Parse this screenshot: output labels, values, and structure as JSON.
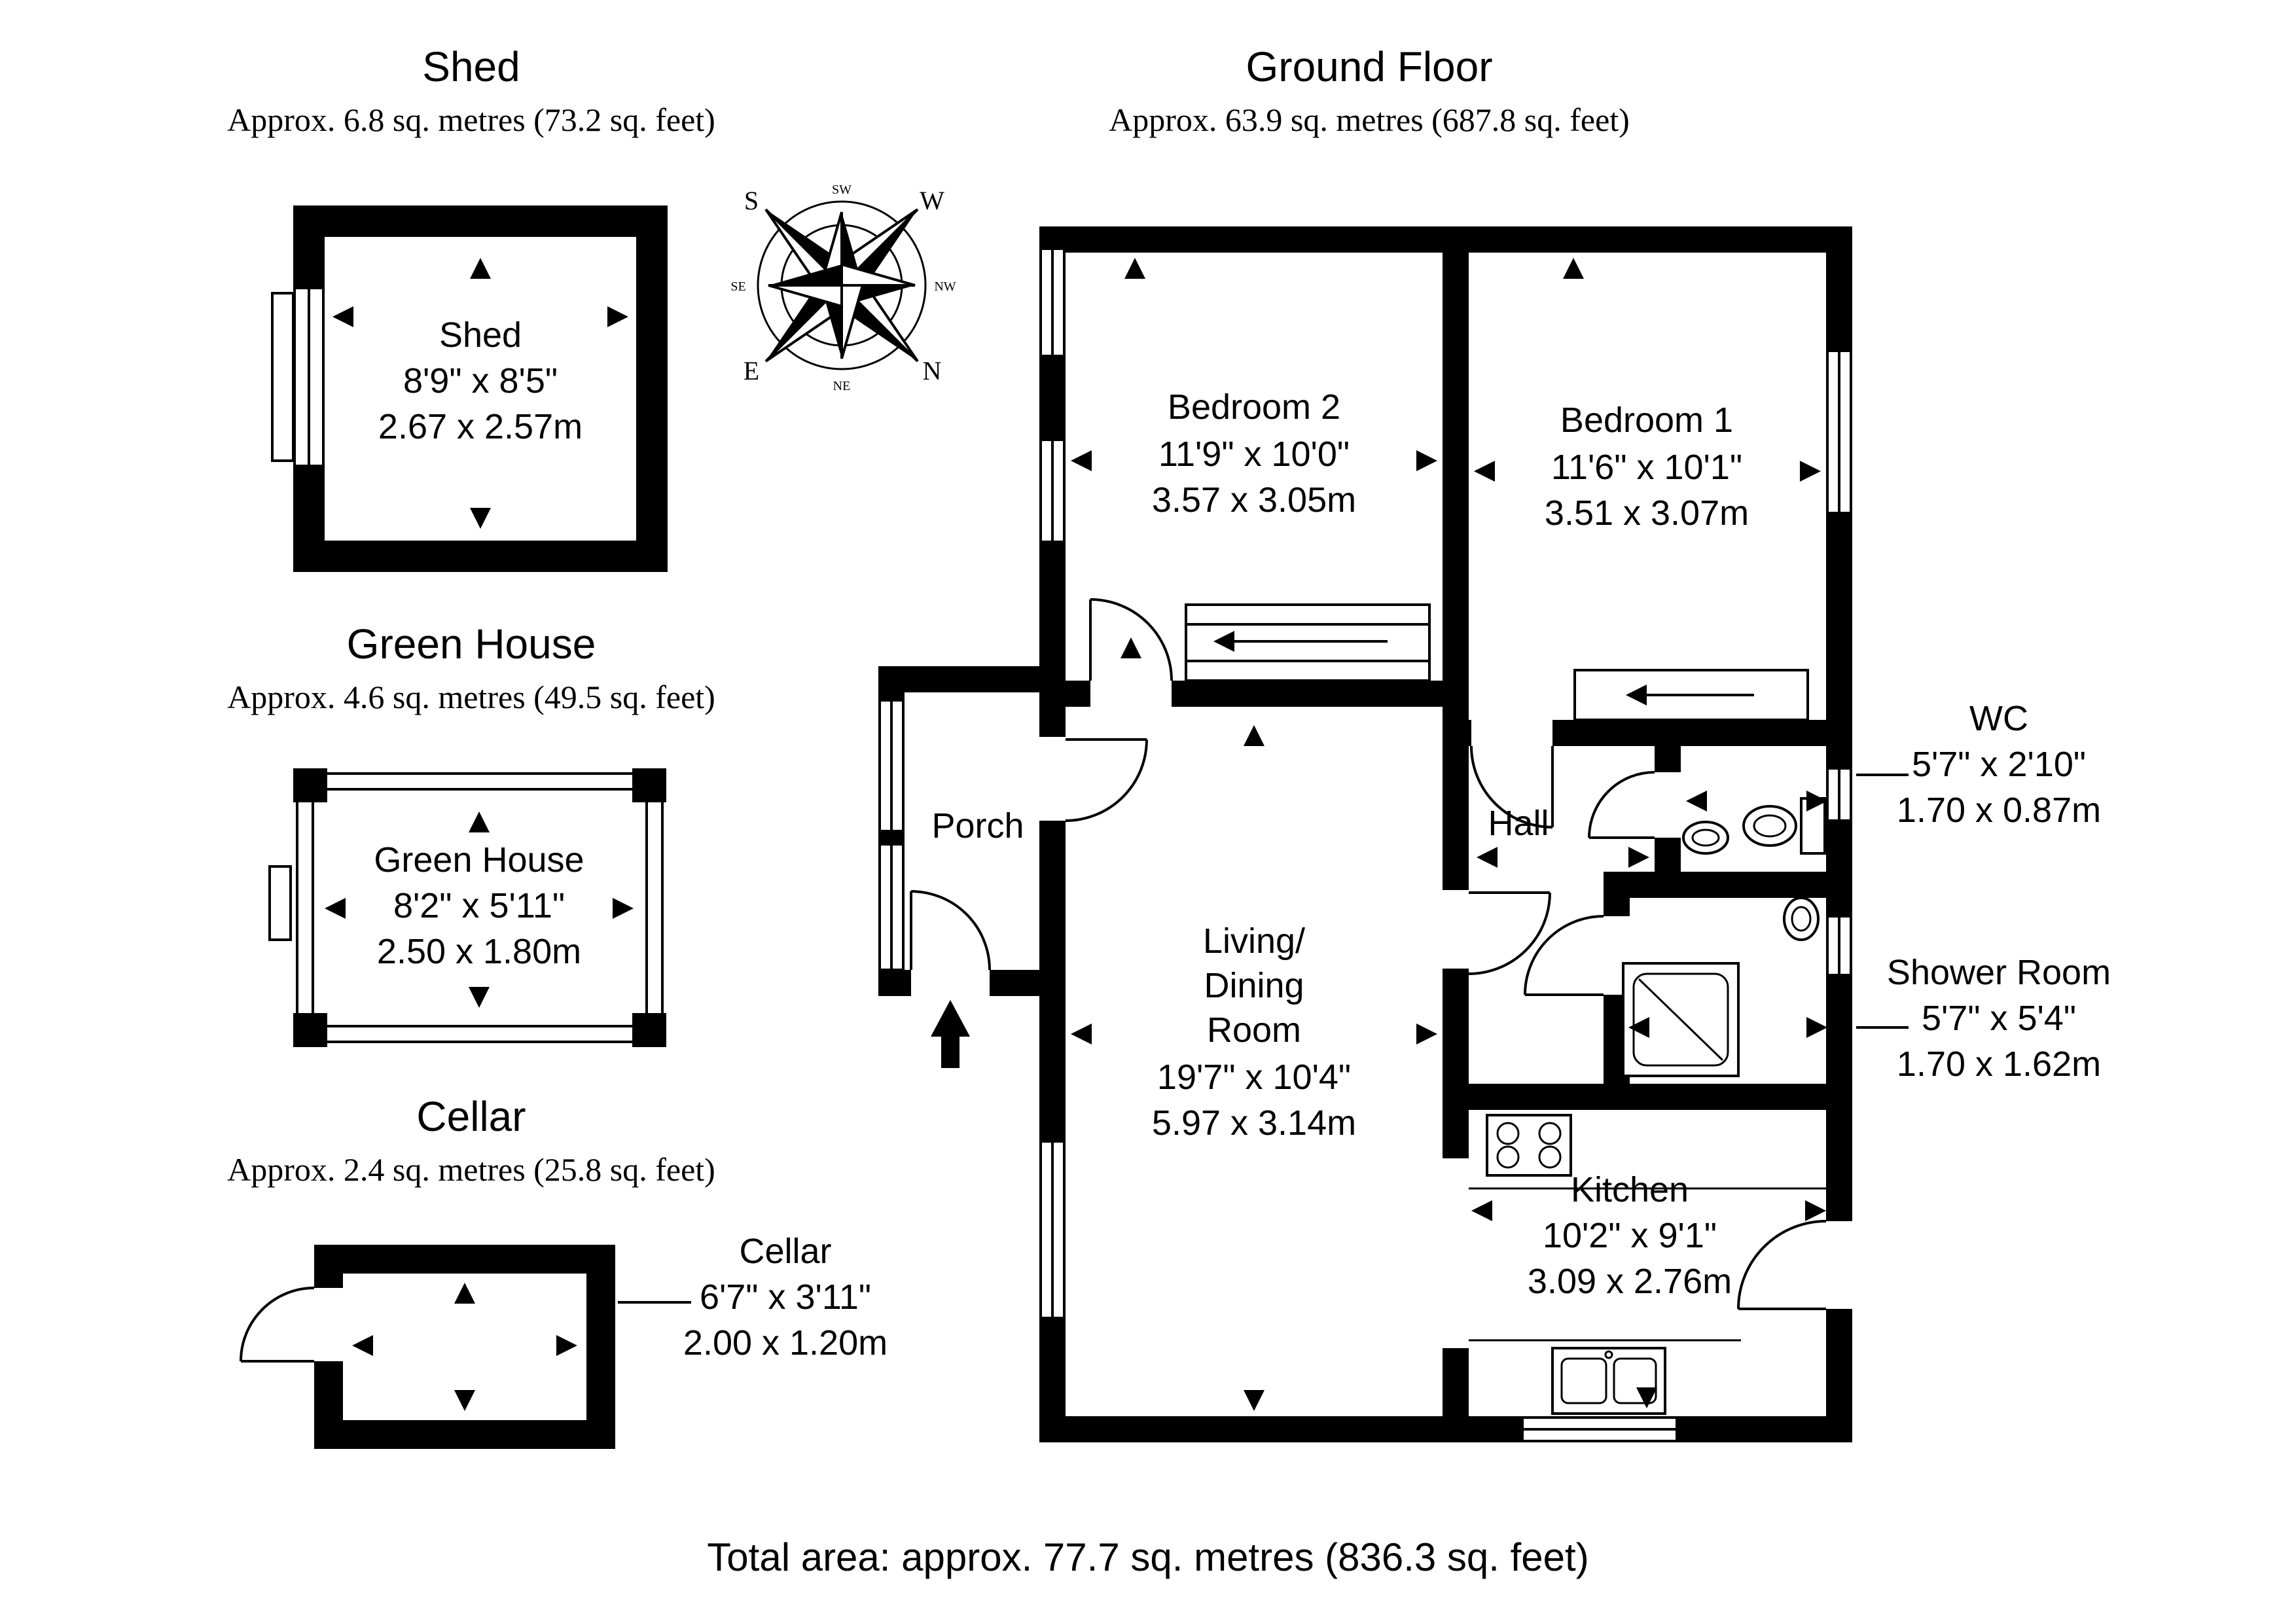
{
  "page": {
    "total_area": "Total area: approx. 77.7 sq. metres (836.3 sq. feet)"
  },
  "sections": {
    "shed": {
      "title": "Shed",
      "area": "Approx. 6.8 sq. metres (73.2 sq. feet)",
      "room": {
        "name": "Shed",
        "imperial": "8'9\" x 8'5\"",
        "metric": "2.67 x 2.57m"
      }
    },
    "greenhouse": {
      "title": "Green House",
      "area": "Approx. 4.6 sq. metres (49.5 sq. feet)",
      "room": {
        "name": "Green House",
        "imperial": "8'2\" x 5'11\"",
        "metric": "2.50 x 1.80m"
      }
    },
    "cellar": {
      "title": "Cellar",
      "area": "Approx. 2.4 sq. metres (25.8 sq. feet)",
      "room": {
        "name": "Cellar",
        "imperial": "6'7\" x 3'11\"",
        "metric": "2.00 x 1.20m"
      }
    },
    "ground_floor": {
      "title": "Ground Floor",
      "area": "Approx. 63.9 sq. metres (687.8 sq. feet)",
      "rooms": {
        "bedroom2": {
          "name": "Bedroom 2",
          "imperial": "11'9\" x 10'0\"",
          "metric": "3.57 x 3.05m"
        },
        "bedroom1": {
          "name": "Bedroom 1",
          "imperial": "11'6\" x 10'1\"",
          "metric": "3.51 x 3.07m"
        },
        "wc": {
          "name": "WC",
          "imperial": "5'7\" x 2'10\"",
          "metric": "1.70 x 0.87m"
        },
        "shower": {
          "name": "Shower Room",
          "imperial": "5'7\" x 5'4\"",
          "metric": "1.70 x 1.62m"
        },
        "kitchen": {
          "name": "Kitchen",
          "imperial": "10'2\" x 9'1\"",
          "metric": "3.09 x 2.76m"
        },
        "living": {
          "name_line1": "Living/",
          "name_line2": "Dining",
          "name_line3": "Room",
          "imperial": "19'7\" x 10'4\"",
          "metric": "5.97 x 3.14m"
        },
        "hall": {
          "name": "Hall"
        },
        "porch": {
          "name": "Porch"
        }
      }
    }
  },
  "compass": {
    "north": "N",
    "south": "S",
    "east": "E",
    "west": "W",
    "ne": "NE",
    "nw": "NW",
    "se": "SE",
    "sw": "SW"
  },
  "colors": {
    "walls": "#000000",
    "background": "#ffffff",
    "text": "#000000"
  }
}
